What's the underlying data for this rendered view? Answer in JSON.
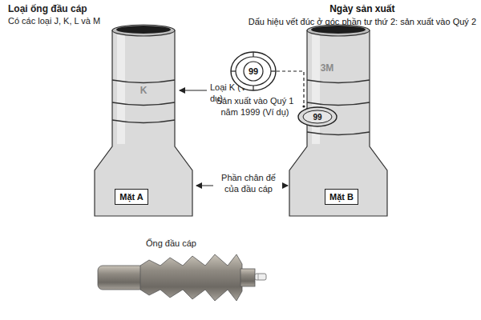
{
  "diagram": {
    "nodes": [
      {
        "text": [
          "K"
        ]
      },
      {
        "text": [
          "Mặt A"
        ],
        "in": 0
      },
      {
        "text": [
          "99"
        ]
      },
      {
        "text": [
          "3M"
        ]
      },
      {
        "text": [
          "99"
        ],
        "in": 3
      },
      {
        "text": [
          "Mặt B"
        ],
        "in": 3
      }
    ],
    "edges": [
      {
        "from": 2,
        "to": 4,
        "arrow": "none"
      }
    ],
    "labels": [
      "Loại ống đầu cáp",
      "Có các loại J, K, L và M",
      "Ngày sản xuất",
      "Dấu hiệu vết đúc ở góc phần tư thứ 2: sản xuất vào Quý 2",
      "Loại K (Ví dụ)",
      "Sản xuất vào Quý 1 năm 1999 (Ví dụ)",
      "Phần chân đế của đầu cáp",
      "Ống đầu cáp"
    ]
  }
}
